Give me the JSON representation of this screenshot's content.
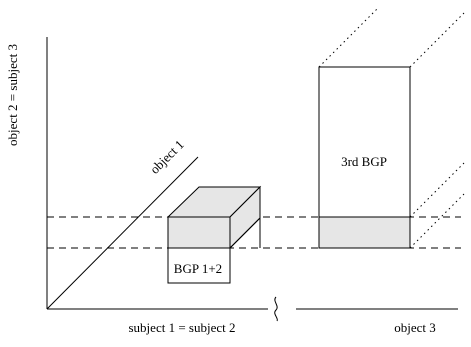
{
  "labels": {
    "y_axis": "object 2 = subject 3",
    "x_axis": "subject 1 = subject 2",
    "diagonal": "object 1",
    "object3_axis": "object 3",
    "box_bgp12": "BGP 1+2",
    "box_bgp3": "3rd BGP"
  },
  "colors": {
    "line": "#000000",
    "shaded_fill": "#e6e6e6",
    "background": "#ffffff"
  }
}
